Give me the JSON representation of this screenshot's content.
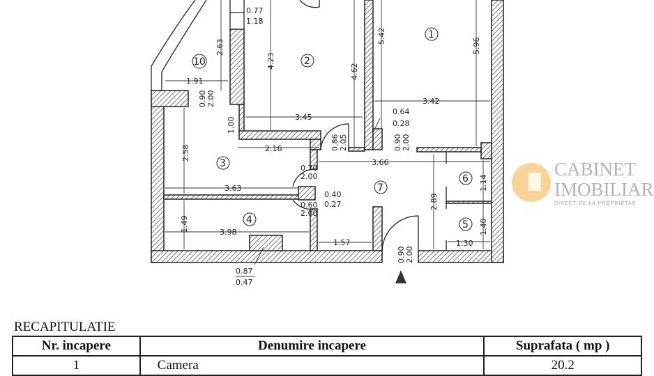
{
  "plan": {
    "rooms": [
      "1",
      "2",
      "3",
      "4",
      "5",
      "6",
      "7",
      "10"
    ],
    "dimensions": [
      "0.77",
      "1.18",
      "2.63",
      "1.91",
      "0.90",
      "2.00",
      "4.23",
      "4.62",
      "5.42",
      "5.96",
      "3.42",
      "3.45",
      "1.00",
      "2.16",
      "0.86",
      "2.05",
      "0.64",
      "0.28",
      "0.90",
      "2.00",
      "2.58",
      "3.66",
      "0.70",
      "2.00",
      "3.63",
      "0.40",
      "0.27",
      "0.60",
      "2.00",
      "2.89",
      "1.14",
      "1.40",
      "1.30",
      "1.49",
      "3.98",
      "1.57",
      "0.87",
      "0.47",
      "0.90",
      "2.00"
    ],
    "watermark": {
      "line1": "CABINET",
      "line2": "IMOBILIAR",
      "line3": "DIRECT DE LA PROPRIETAR",
      "accent": "#f5c26b"
    },
    "entrance_icon": "entrance-arrow-icon"
  },
  "summary": {
    "title": "RECAPITULATIE",
    "headers": [
      "Nr. incapere",
      "Denumire incapere",
      "Suprafata ( mp )"
    ],
    "rows": [
      {
        "nr": "1",
        "name": "Camera",
        "area": "20.2"
      }
    ]
  }
}
